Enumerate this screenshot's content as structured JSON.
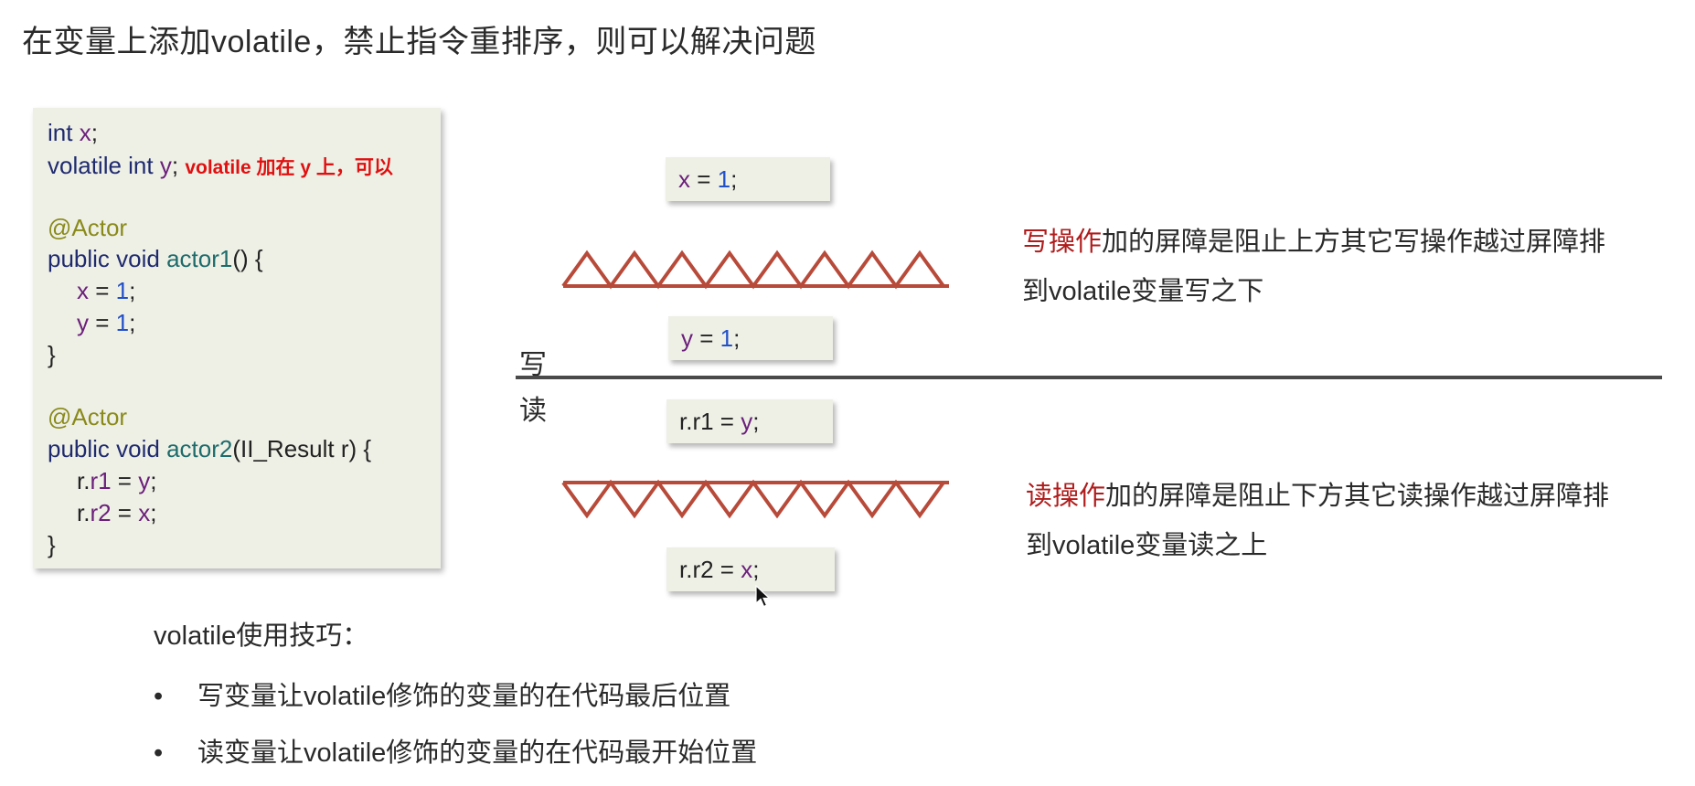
{
  "title": "在变量上添加volatile，禁止指令重排序，则可以解决问题",
  "code": {
    "line1_kw": "int",
    "line1_var": "x",
    "line1_end": ";",
    "line2_kw": "volatile int",
    "line2_var": "y",
    "line2_end": ";",
    "line2_note": "volatile 加在 y 上，可以",
    "annotation1": "@Actor",
    "actor1_sig_kw": "public void",
    "actor1_sig_name": "actor1",
    "actor1_sig_rest": "() {",
    "actor1_l1_var": "x",
    "actor1_l1_mid": " = ",
    "actor1_l1_num": "1",
    "actor1_l1_end": ";",
    "actor1_l2_var": "y",
    "actor1_l2_mid": " = ",
    "actor1_l2_num": "1",
    "actor1_l2_end": ";",
    "close1": "}",
    "annotation2": "@Actor",
    "actor2_sig_kw": "public void",
    "actor2_sig_name": "actor2",
    "actor2_sig_rest": "(II_Result r) {",
    "actor2_l1_pre": "r.",
    "actor2_l1_var": "r1",
    "actor2_l1_mid": " = ",
    "actor2_l1_val": "y",
    "actor2_l1_end": ";",
    "actor2_l2_pre": "r.",
    "actor2_l2_var": "r2",
    "actor2_l2_mid": " = ",
    "actor2_l2_val": "x",
    "actor2_l2_end": ";",
    "close2": "}"
  },
  "statements": {
    "s1_var": "x",
    "s1_mid": " = ",
    "s1_num": "1",
    "s1_end": ";",
    "s2_var": "y",
    "s2_mid": " = ",
    "s2_num": "1",
    "s2_end": ";",
    "s3_pre": "r.r1 = ",
    "s3_var": "y",
    "s3_end": ";",
    "s4_pre": "r.r2 = ",
    "s4_var": "x",
    "s4_end": ";"
  },
  "labels": {
    "write": "写",
    "read": "读"
  },
  "explain_write": {
    "highlight": "写操作",
    "rest_line1": "加的屏障是阻止上方其它写操作越过屏障排",
    "line2": "到volatile变量写之下"
  },
  "explain_read": {
    "highlight": "读操作",
    "rest_line1": "加的屏障是阻止下方其它读操作越过屏障排",
    "line2": "到volatile变量读之上"
  },
  "tips": {
    "title": "volatile使用技巧：",
    "bullet": "•",
    "items": [
      "写变量让volatile修饰的变量的在代码最后位置",
      "读变量让volatile修饰的变量的在代码最开始位置"
    ]
  },
  "colors": {
    "barrier": "#b84a3a",
    "highlight": "#b01c1c",
    "note": "#e01010",
    "code_bg": "#eef0e6"
  },
  "icons": {
    "cursor": "mouse-pointer-icon"
  }
}
